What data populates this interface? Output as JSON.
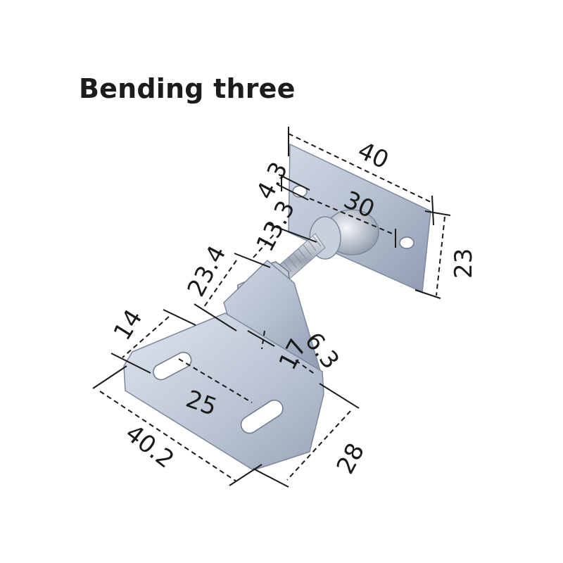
{
  "title": "Bending three",
  "colors": {
    "background": "#ffffff",
    "text": "#1a1a1a",
    "metal_light": "#d6dde8",
    "metal_mid": "#a9b4c6",
    "metal_dark": "#7d889c"
  },
  "product": {
    "name": "bent mounting bracket with adjustable threaded rod",
    "parts": [
      "rectangular wall plate",
      "threaded bolt with nuts",
      "bent base bracket with slotted holes"
    ]
  },
  "dimensions": {
    "top_plate_width": "40",
    "top_plate_hole_spacing": "30",
    "top_plate_height": "23",
    "hole_diameter": "4.3",
    "boss_diameter": "13.3",
    "bracket_upright_height": "23.4",
    "slot_length": "14",
    "slot_spacing": "25",
    "bracket_base_length": "40.2",
    "bracket_base_width": "28",
    "bend_width": "17",
    "bend_offset": "6.3"
  }
}
